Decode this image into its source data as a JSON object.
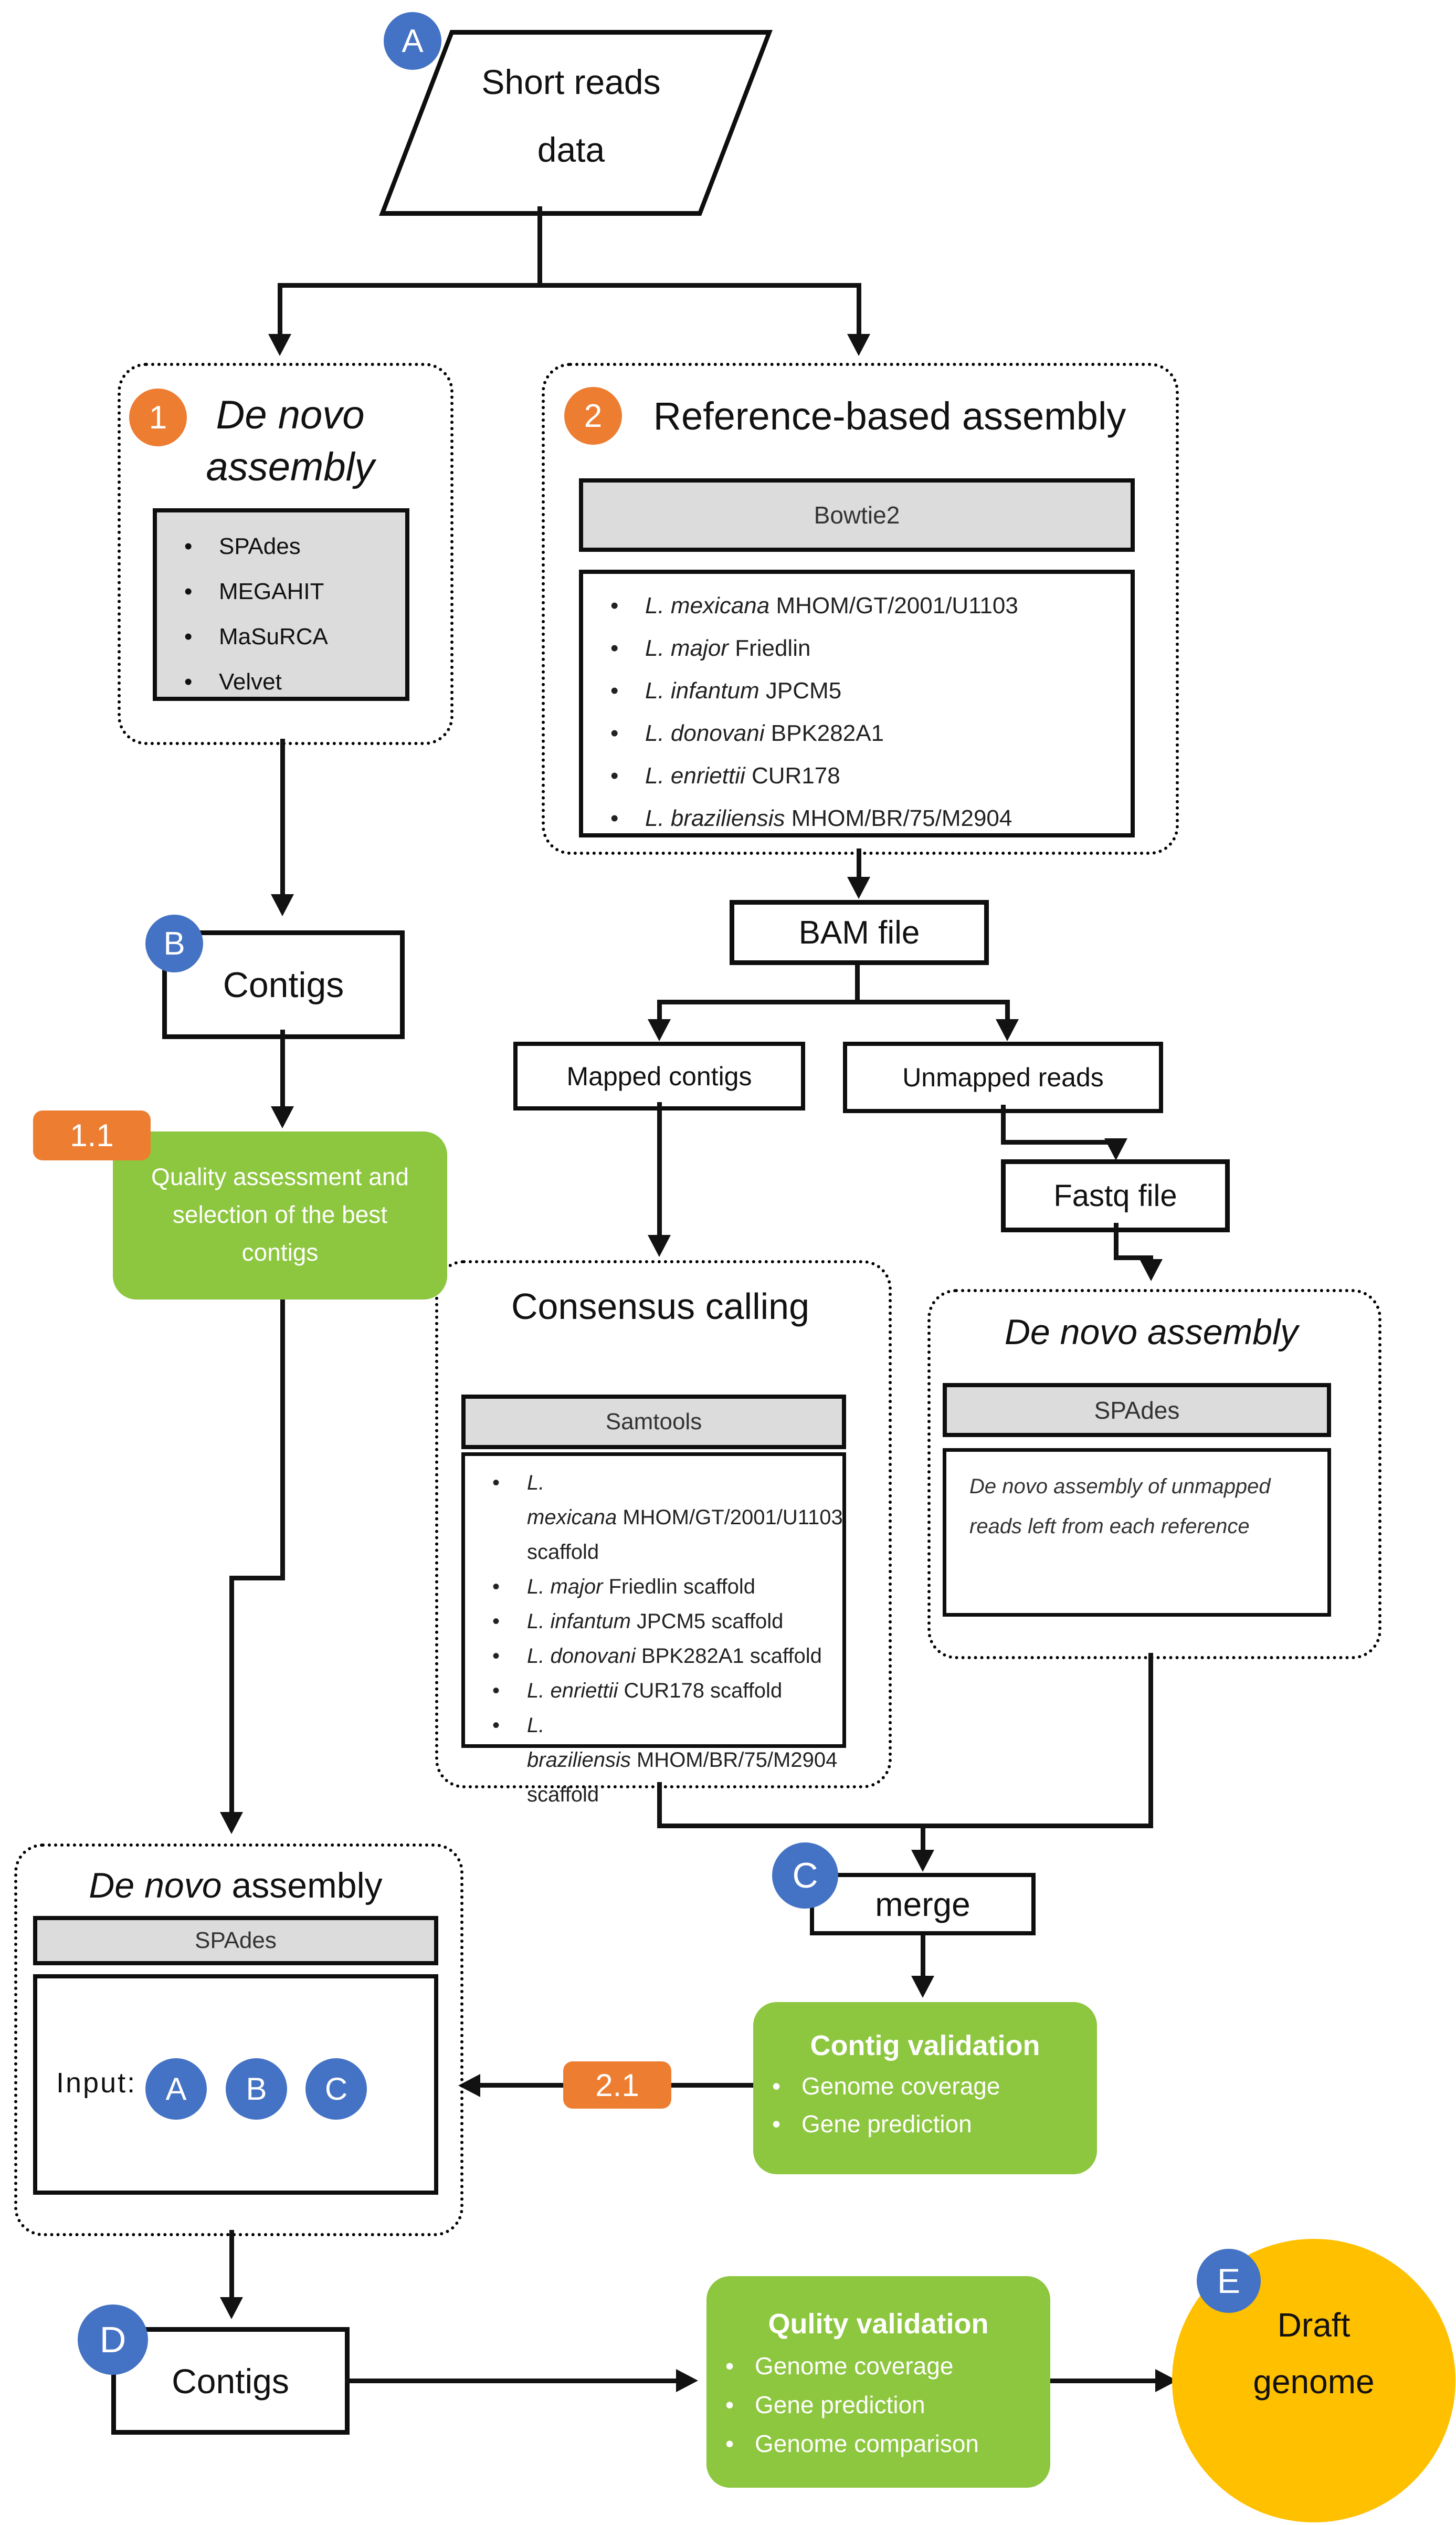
{
  "colors": {
    "accent_blue": "#4472C4",
    "accent_orange": "#ED7D31",
    "accent_green": "#8DC63F",
    "accent_yellow": "#FFC000",
    "gray_fill": "#DCDCDC"
  },
  "badges": {
    "a": "A",
    "b": "B",
    "c": "C",
    "d": "D",
    "e": "E",
    "step1": "1",
    "step2": "2",
    "step11": "1.1",
    "step21": "2.1"
  },
  "short_reads": {
    "line1": "Short reads",
    "line2": "data"
  },
  "denovo1": {
    "title_line1": "De novo",
    "title_line2": "assembly",
    "tools": [
      {
        "name": "SPAdes"
      },
      {
        "name": "MEGAHIT"
      },
      {
        "name": "MaSuRCA"
      },
      {
        "name": "Velvet"
      }
    ]
  },
  "ref_assembly": {
    "title": "Reference-based assembly",
    "tool": "Bowtie2",
    "refs": [
      {
        "species": "L. mexicana",
        "strain": "MHOM/GT/2001/U1103"
      },
      {
        "species": "L. major",
        "strain": "Friedlin"
      },
      {
        "species": "L. infantum",
        "strain": "JPCM5"
      },
      {
        "species": "L. donovani",
        "strain": "BPK282A1"
      },
      {
        "species": "L. enriettii",
        "strain": "CUR178"
      },
      {
        "species": "L. braziliensis",
        "strain": "MHOM/BR/75/M2904"
      }
    ]
  },
  "contigs_b": {
    "label": "Contigs"
  },
  "bam": {
    "label": "BAM file"
  },
  "mapped": {
    "label": "Mapped contigs"
  },
  "unmapped": {
    "label": "Unmapped reads"
  },
  "fastq": {
    "label": "Fastq file"
  },
  "qa": {
    "line1": "Quality assessment and",
    "line2": "selection of the best",
    "line3": "contigs"
  },
  "consensus": {
    "title": "Consensus calling",
    "tool": "Samtools",
    "items": [
      {
        "species": "L. mexicana",
        "strain": "MHOM/GT/2001/U1103  scaffold"
      },
      {
        "species": "L. major",
        "strain": "Friedlin scaffold"
      },
      {
        "species": "L. infantum",
        "strain": "JPCM5 scaffold"
      },
      {
        "species": "L. donovani",
        "strain": "BPK282A1 scaffold"
      },
      {
        "species": "L. enriettii",
        "strain": "CUR178 scaffold"
      },
      {
        "species": "L. braziliensis",
        "strain": "MHOM/BR/75/M2904 scaffold"
      }
    ]
  },
  "denovo_right": {
    "title": "De novo assembly",
    "tool": "SPAdes",
    "note_line1": "De novo assembly of unmapped",
    "note_line2": "reads left from each reference"
  },
  "merge": {
    "label": "merge"
  },
  "contig_validation": {
    "title": "Contig validation",
    "items": [
      {
        "label": "Genome coverage"
      },
      {
        "label": "Gene prediction"
      }
    ]
  },
  "denovo_bottom": {
    "title_italic": "De novo",
    "title_rest": " assembly",
    "tool": "SPAdes",
    "input_label": "Input:",
    "inputs": [
      {
        "label": "A"
      },
      {
        "label": "B"
      },
      {
        "label": "C"
      }
    ]
  },
  "contigs_d": {
    "label": "Contigs"
  },
  "quality_validation": {
    "title": "Qulity validation",
    "items": [
      {
        "label": "Genome coverage"
      },
      {
        "label": "Gene prediction"
      },
      {
        "label": "Genome comparison"
      }
    ]
  },
  "draft": {
    "line1": "Draft",
    "line2": "genome"
  }
}
